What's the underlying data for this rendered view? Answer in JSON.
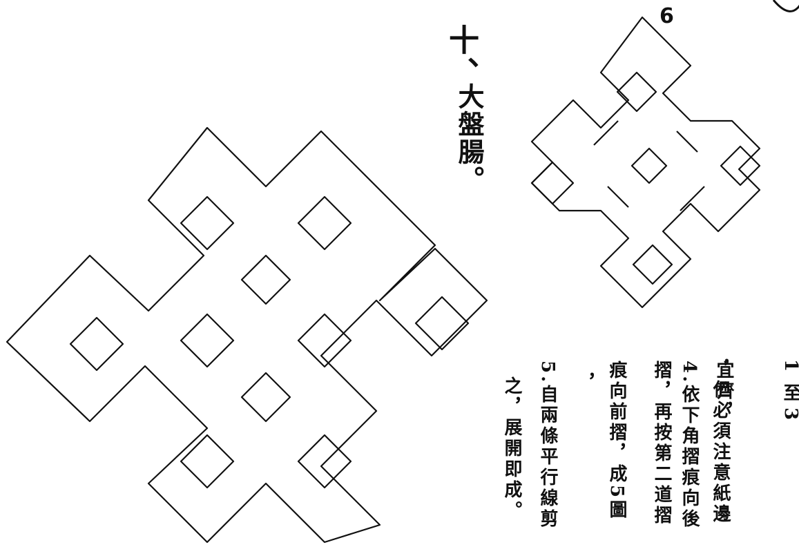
{
  "page_mark": "6",
  "section": {
    "number": "十、",
    "title": "大盤腸。"
  },
  "instructions": {
    "col1": "1",
    "col2": "至",
    "col3": "3",
    "col4": "，但必須注意紙邊",
    "col5": "宜齊，",
    "col6": "4.依下角摺痕向後",
    "col7": "摺，再按第二道摺",
    "col8": "痕向前摺，成5圖",
    "col9": "，",
    "col10": "5.自兩條平行線剪",
    "col11": "之，展開即成。"
  },
  "figures": {
    "large_knot": {
      "name": "大盤腸剪紙"
    },
    "small_knot": {
      "name": "盤腸步驟圖"
    }
  }
}
